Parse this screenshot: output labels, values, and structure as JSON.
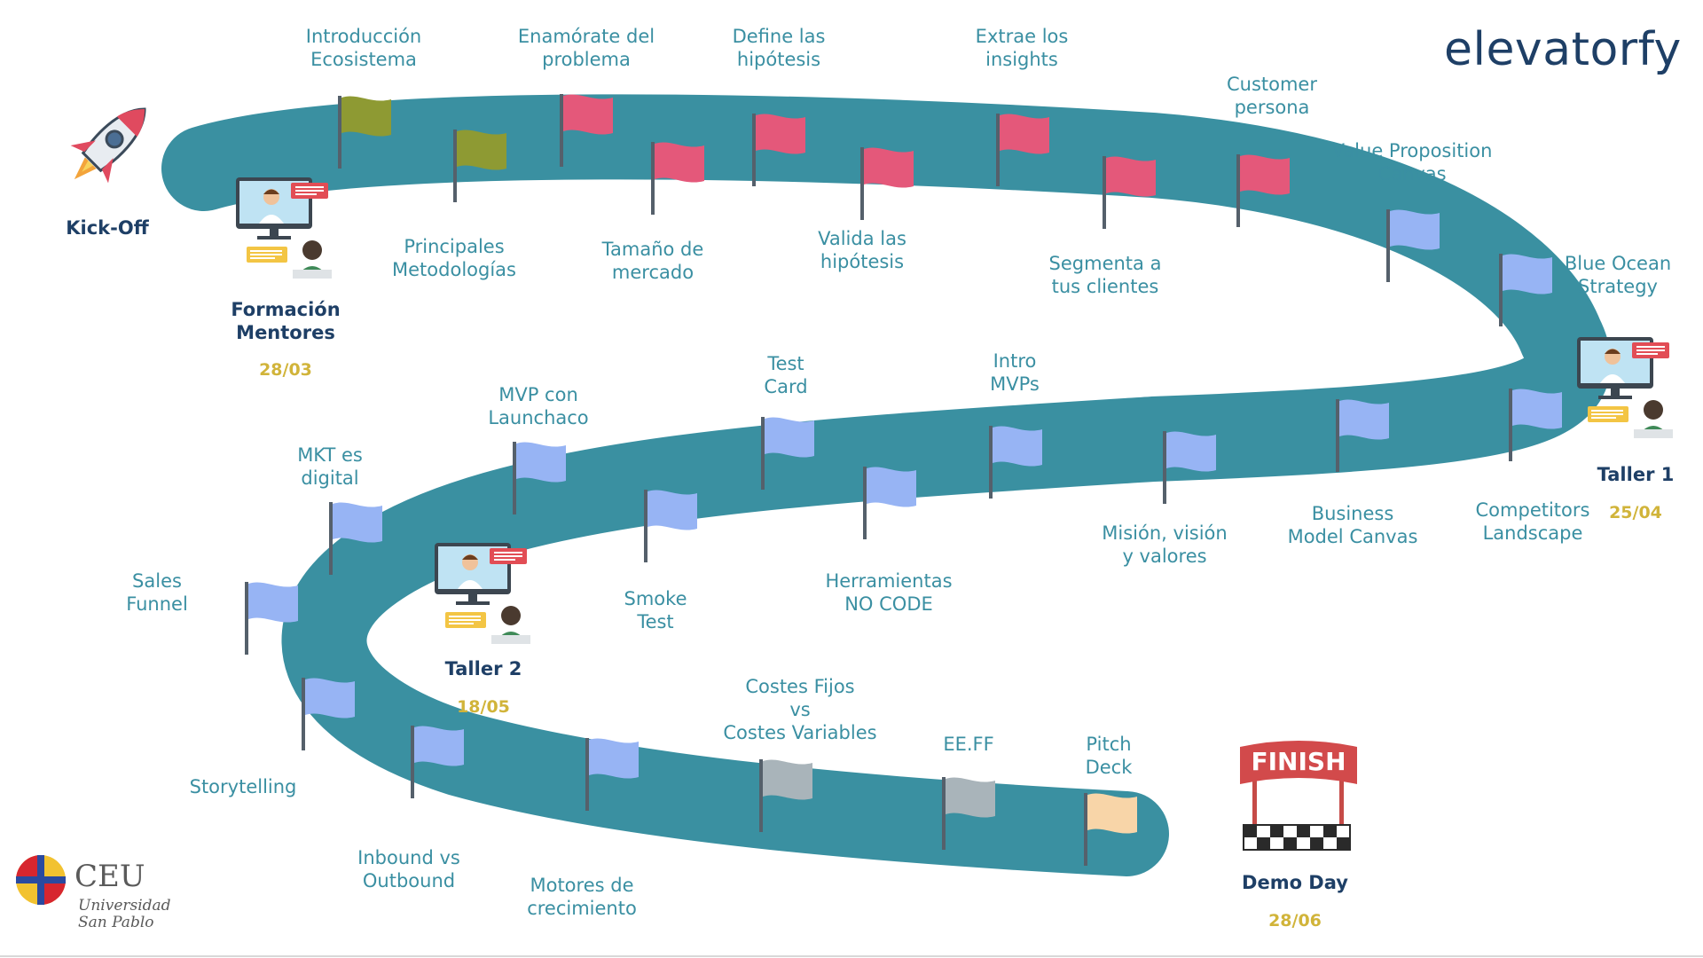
{
  "brand": {
    "name": "elevatorfy",
    "accent_color": "#22a9c9",
    "text_color": "#1e3f66"
  },
  "university": {
    "name": "CEU",
    "subtitle": "Universidad\nSan Pablo"
  },
  "colors": {
    "road": "#3a90a1",
    "flag_olive": "#8e9a33",
    "flag_pink": "#e4587a",
    "flag_blue": "#97b4f4",
    "flag_grey": "#a9b4ba",
    "flag_peach": "#f8d5a8",
    "label_text": "#3a8fa2",
    "stage_text": "#1e3f66",
    "date_text": "#d1b43a"
  },
  "stages": [
    {
      "id": "kickoff",
      "name": "Kick-Off",
      "date": ""
    },
    {
      "id": "formacion",
      "name": "Formación\nMentores",
      "date": "28/03"
    },
    {
      "id": "taller1",
      "name": "Taller 1",
      "date": "25/04"
    },
    {
      "id": "taller2",
      "name": "Taller 2",
      "date": "18/05"
    },
    {
      "id": "demoday",
      "name": "Demo Day",
      "date": "28/06"
    }
  ],
  "finish_sign": "FINISH",
  "milestones": [
    {
      "label": "Introducción\nEcosistema",
      "color": "olive"
    },
    {
      "label": "Principales\nMetodologías",
      "color": "olive"
    },
    {
      "label": "Enamórate del\nproblema",
      "color": "pink"
    },
    {
      "label": "Tamaño de\nmercado",
      "color": "pink"
    },
    {
      "label": "Define las\nhipótesis",
      "color": "pink"
    },
    {
      "label": "Valida las\nhipótesis",
      "color": "pink"
    },
    {
      "label": "Extrae los\ninsights",
      "color": "pink"
    },
    {
      "label": "Segmenta a\ntus clientes",
      "color": "pink"
    },
    {
      "label": "Customer\npersona",
      "color": "pink"
    },
    {
      "label": "Value Proposition\nCanvas",
      "color": "blue"
    },
    {
      "label": "Blue Ocean\nStrategy",
      "color": "blue"
    },
    {
      "label": "Competitors\nLandscape",
      "color": "blue"
    },
    {
      "label": "Business\nModel Canvas",
      "color": "blue"
    },
    {
      "label": "Misión, visión\ny valores",
      "color": "blue"
    },
    {
      "label": "Intro\nMVPs",
      "color": "blue"
    },
    {
      "label": "Herramientas\nNO CODE",
      "color": "blue"
    },
    {
      "label": "Test\nCard",
      "color": "blue"
    },
    {
      "label": "Smoke\nTest",
      "color": "blue"
    },
    {
      "label": "MVP con\nLaunchaco",
      "color": "blue"
    },
    {
      "label": "MKT es\ndigital",
      "color": "blue"
    },
    {
      "label": "Sales\nFunnel",
      "color": "blue"
    },
    {
      "label": "Storytelling",
      "color": "blue"
    },
    {
      "label": "Inbound vs\nOutbound",
      "color": "blue"
    },
    {
      "label": "Motores de\ncrecimiento",
      "color": "blue"
    },
    {
      "label": "Costes Fijos\nvs\nCostes Variables",
      "color": "grey"
    },
    {
      "label": "EE.FF",
      "color": "grey"
    },
    {
      "label": "Pitch\nDeck",
      "color": "peach"
    }
  ]
}
